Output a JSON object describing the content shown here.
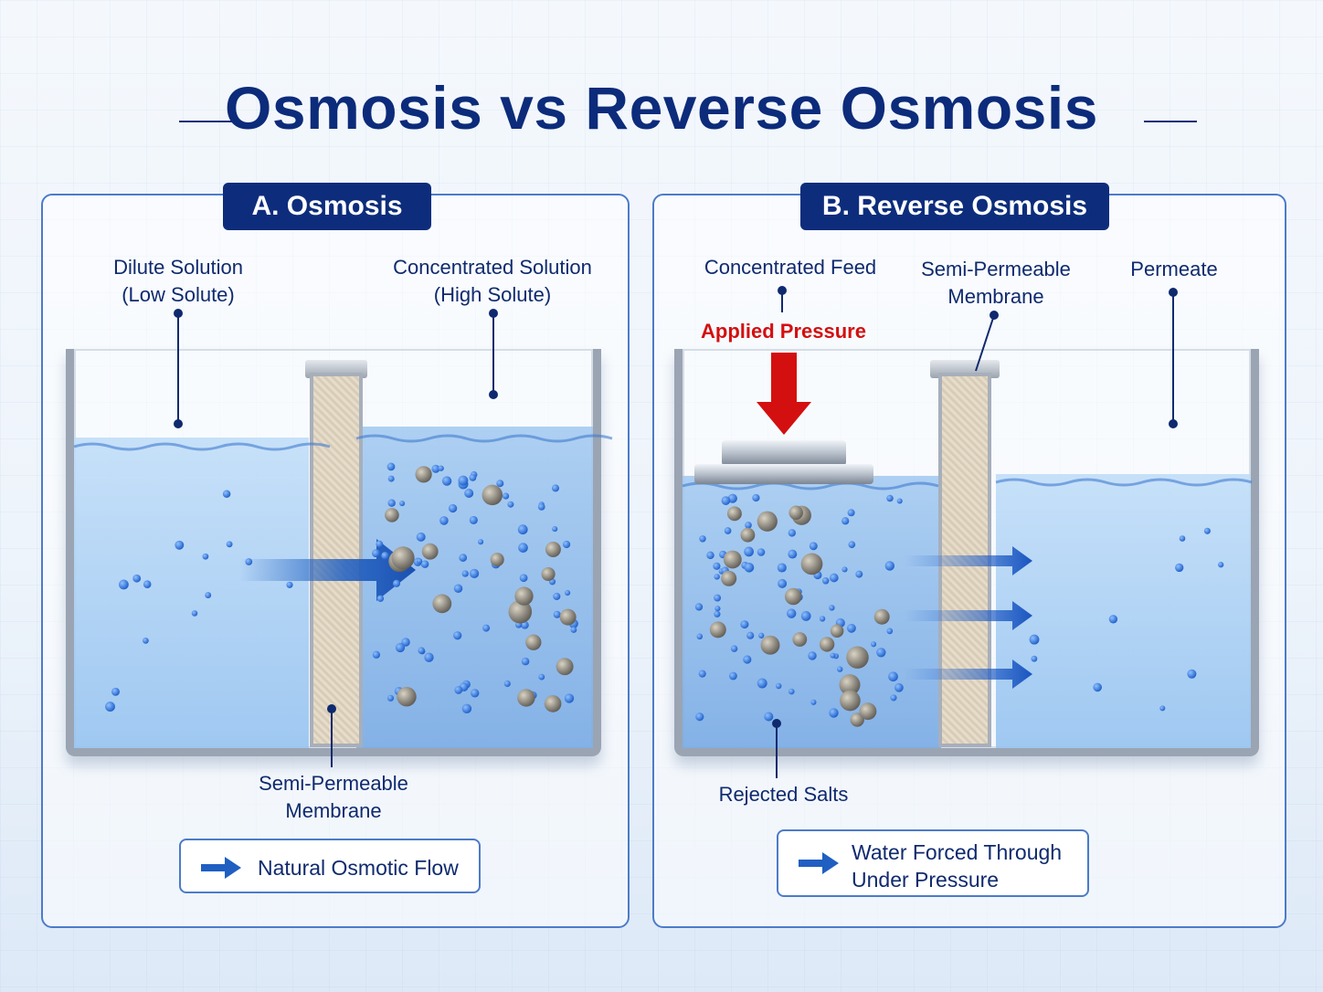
{
  "title": "Osmosis vs Reverse Osmosis",
  "panels": {
    "osmosis": {
      "badge": "A. Osmosis",
      "dilute_label": [
        "Dilute Solution",
        "(Low Solute)"
      ],
      "concentrated_label": [
        "Concentrated Solution",
        "(High Solute)"
      ],
      "membrane_label": [
        "Semi-Permeable",
        "Membrane"
      ],
      "legend": "Natural Osmotic Flow"
    },
    "reverse": {
      "badge": "B. Reverse Osmosis",
      "feed_label": "Concentrated Feed",
      "pressure_label": "Applied Pressure",
      "membrane_label": [
        "Semi-Permeable",
        "Membrane"
      ],
      "permeate_label": "Permeate",
      "rejected_label": "Rejected Salts",
      "legend": [
        "Water Forced Through",
        "Under Pressure"
      ]
    }
  },
  "colors": {
    "navy": "#0c2b7a",
    "flow_blue": "#1f5fc2",
    "pressure_red": "#d40f0f"
  }
}
